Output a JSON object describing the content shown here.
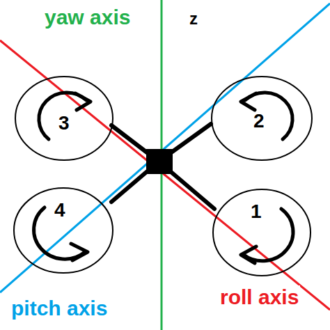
{
  "diagram": {
    "nodes": [
      {
        "text": [
          "3"
        ]
      },
      {
        "text": [
          "2"
        ]
      },
      {
        "text": [
          "4"
        ]
      },
      {
        "text": [
          "1"
        ]
      }
    ],
    "labels": [
      "yaw axis",
      "z",
      "pitch axis",
      "roll axis"
    ]
  }
}
